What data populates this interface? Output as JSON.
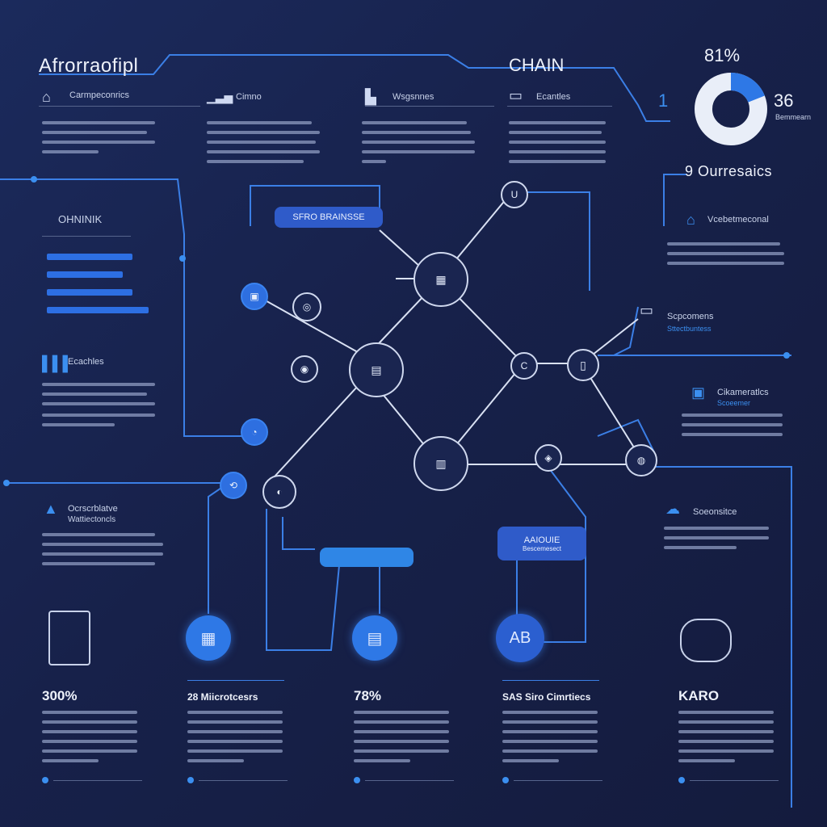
{
  "header": {
    "title": "Afrorraofipl",
    "chain_title": "CHAIN",
    "donut_pct": "81%",
    "donut_side_value": "36",
    "donut_side_label": "Bemmearn",
    "donut_left_value": "1",
    "outcomes_title": "9 Ourresaics"
  },
  "columns": [
    {
      "heading": "Carmpeconrics",
      "icon": "building-icon"
    },
    {
      "heading": "Cimno",
      "icon": "chart-icon"
    },
    {
      "heading": "Wsgsnnes",
      "icon": "store-icon"
    },
    {
      "heading": "Ecantles",
      "icon": "laptop-icon"
    }
  ],
  "left_panel": {
    "label": "OHNINIK",
    "bars": [
      100,
      88,
      100,
      120
    ],
    "section2": "Ecachles",
    "section3": "Ocrscrblatve",
    "section3_sub": "Wattiectoncls"
  },
  "center": {
    "top_pill": "SFRO BRAINSSE",
    "mid_pill": "AAIOUIE",
    "mid_pill_sub": "Bescemesect"
  },
  "right_panel": {
    "section1": "Vcebetmeconal",
    "section2": "Scpcomens",
    "section2_sub": "Sttectbuntess",
    "section3": "Cikameratlcs",
    "section3_sub": "Scoeemer",
    "section4": "Soeonsitce"
  },
  "stats": [
    {
      "value": "300%",
      "icon": "document-icon"
    },
    {
      "value": "28 Miicrotcesrs",
      "icon": "chart-badge-icon"
    },
    {
      "value": "78%",
      "icon": "printer-badge-icon"
    },
    {
      "value": "SAS Siro Cimrtiecs",
      "icon": "ab-badge-icon"
    },
    {
      "value": "KARO",
      "icon": "lock-icon"
    }
  ],
  "colors": {
    "accent": "#2e78e6",
    "background": "#17214a",
    "text": "#dfe6f5"
  },
  "donut": {
    "primary_fraction": 0.81
  }
}
